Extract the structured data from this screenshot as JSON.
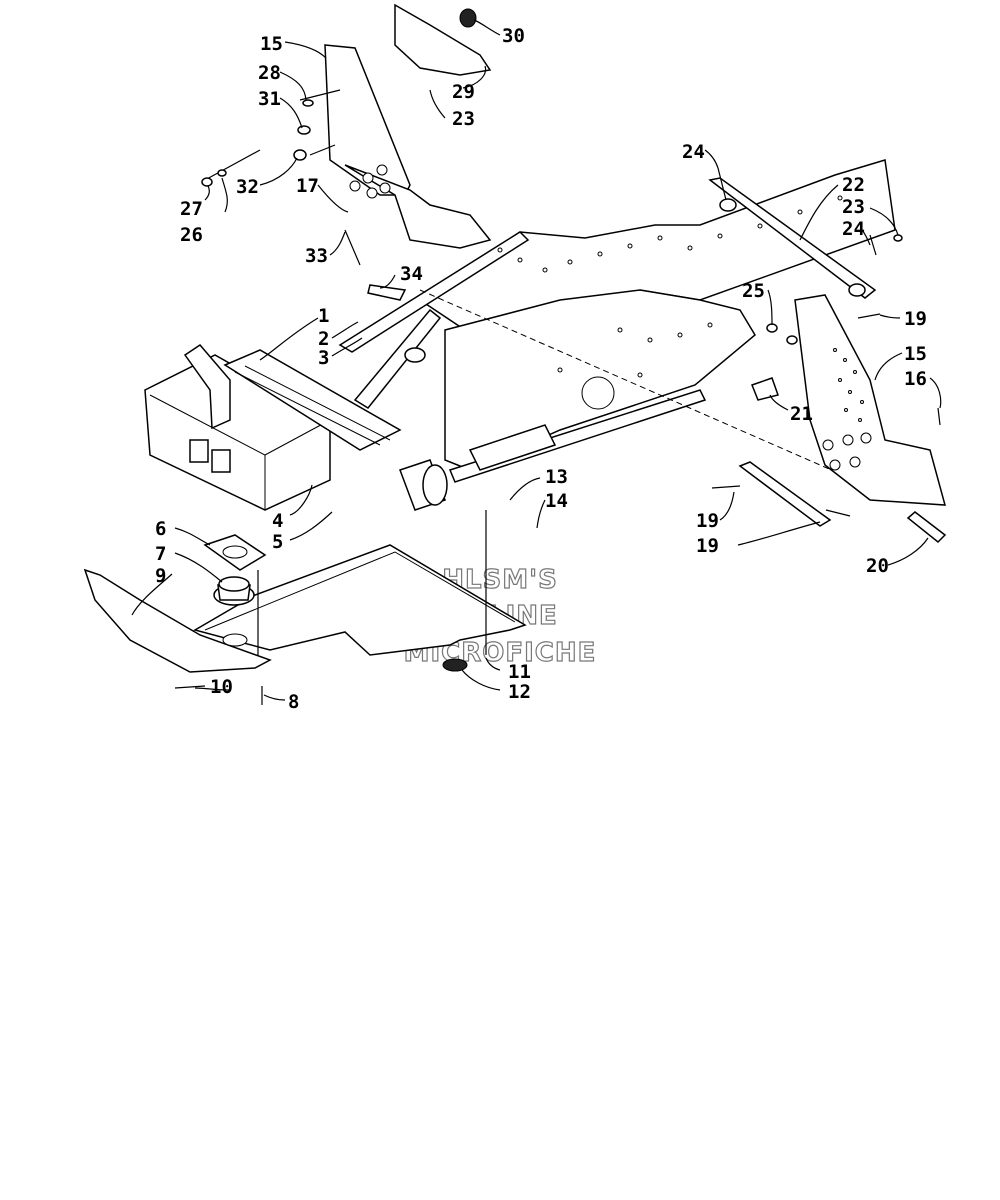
{
  "watermark": {
    "line1": "HLSM'S",
    "line2": "ONLINE",
    "line3": "MICROFICHE"
  },
  "callouts": [
    {
      "id": "c1",
      "label": "1"
    },
    {
      "id": "c2",
      "label": "2"
    },
    {
      "id": "c3",
      "label": "3"
    },
    {
      "id": "c4",
      "label": "4"
    },
    {
      "id": "c5",
      "label": "5"
    },
    {
      "id": "c6",
      "label": "6"
    },
    {
      "id": "c7",
      "label": "7"
    },
    {
      "id": "c8",
      "label": "8"
    },
    {
      "id": "c9",
      "label": "9"
    },
    {
      "id": "c10",
      "label": "10"
    },
    {
      "id": "c11",
      "label": "11"
    },
    {
      "id": "c12",
      "label": "12"
    },
    {
      "id": "c13",
      "label": "13"
    },
    {
      "id": "c14",
      "label": "14"
    },
    {
      "id": "c15a",
      "label": "15"
    },
    {
      "id": "c15b",
      "label": "15"
    },
    {
      "id": "c16",
      "label": "16"
    },
    {
      "id": "c17",
      "label": "17"
    },
    {
      "id": "c19a",
      "label": "19"
    },
    {
      "id": "c19b",
      "label": "19"
    },
    {
      "id": "c19c",
      "label": "19"
    },
    {
      "id": "c20",
      "label": "20"
    },
    {
      "id": "c21",
      "label": "21"
    },
    {
      "id": "c22",
      "label": "22"
    },
    {
      "id": "c23a",
      "label": "23"
    },
    {
      "id": "c23b",
      "label": "23"
    },
    {
      "id": "c24a",
      "label": "24"
    },
    {
      "id": "c24b",
      "label": "24"
    },
    {
      "id": "c25",
      "label": "25"
    },
    {
      "id": "c26",
      "label": "26"
    },
    {
      "id": "c27",
      "label": "27"
    },
    {
      "id": "c28",
      "label": "28"
    },
    {
      "id": "c29",
      "label": "29"
    },
    {
      "id": "c30",
      "label": "30"
    },
    {
      "id": "c31",
      "label": "31"
    },
    {
      "id": "c32",
      "label": "32"
    },
    {
      "id": "c33",
      "label": "33"
    },
    {
      "id": "c34",
      "label": "34"
    }
  ]
}
